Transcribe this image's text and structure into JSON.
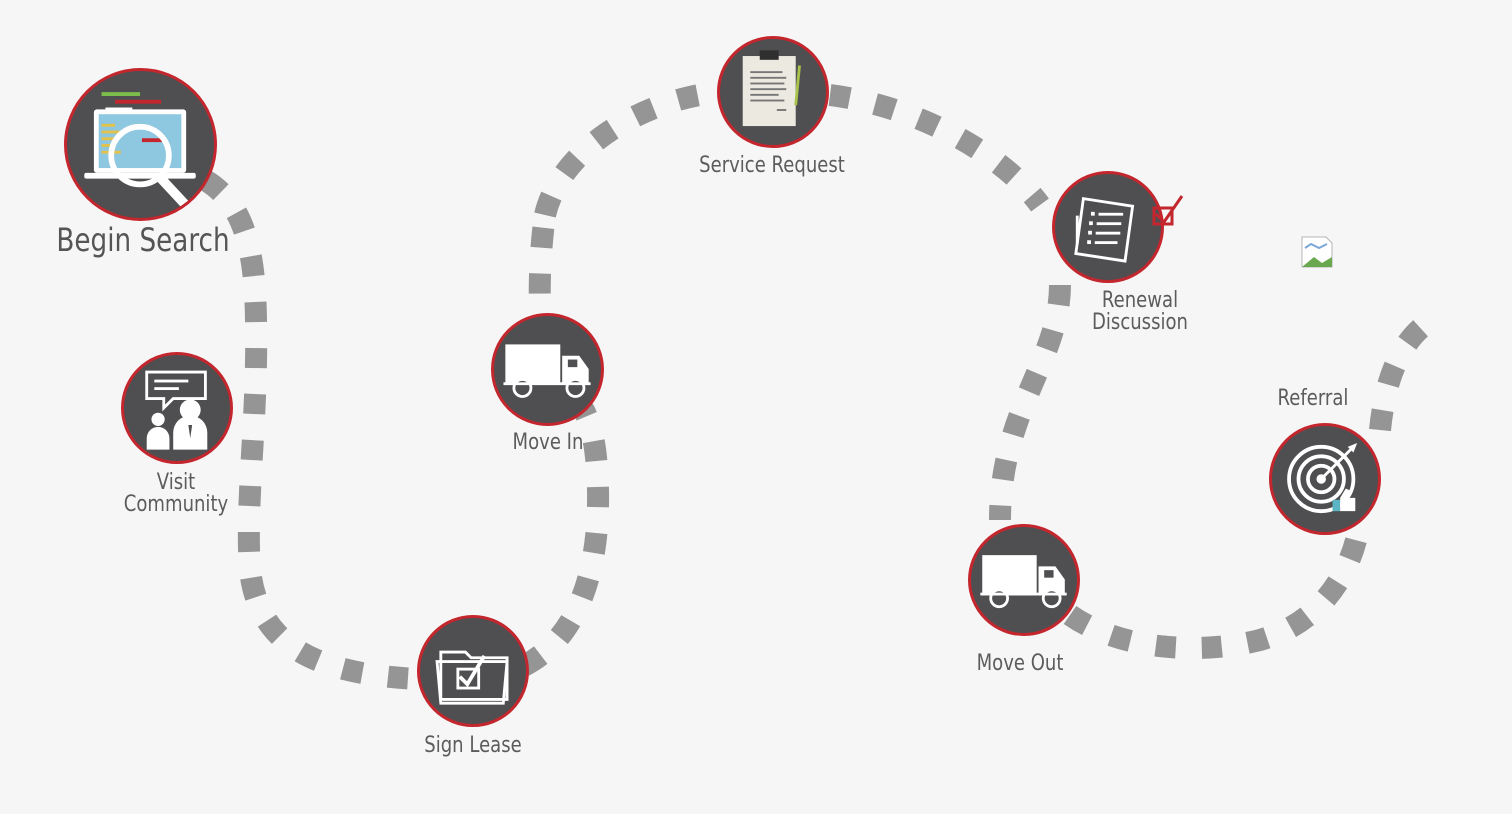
{
  "journey": {
    "begin_search": {
      "label": "Begin Search",
      "icon": "laptop-magnifier-icon"
    },
    "visit_community": {
      "line1": "Visit",
      "line2": "Community",
      "icon": "people-chat-icon"
    },
    "sign_lease": {
      "label": "Sign Lease",
      "icon": "folder-check-icon"
    },
    "move_in": {
      "label": "Move In",
      "icon": "moving-truck-icon"
    },
    "service_request": {
      "label": "Service Request",
      "icon": "clipboard-icon"
    },
    "renewal_discussion": {
      "line1": "Renewal",
      "line2": "Discussion",
      "icon": "checklist-icon"
    },
    "move_out": {
      "label": "Move Out",
      "icon": "moving-truck-icon"
    },
    "referral": {
      "label": "Referral",
      "icon": "target-thumbs-up-icon"
    }
  },
  "colors": {
    "background": "#f6f6f6",
    "path_dash": "#959595",
    "node_fill": "#4f4f51",
    "node_ring": "#c4262e",
    "label_text": "#5c5c5c"
  },
  "broken_image": {
    "icon": "broken-image-icon"
  }
}
